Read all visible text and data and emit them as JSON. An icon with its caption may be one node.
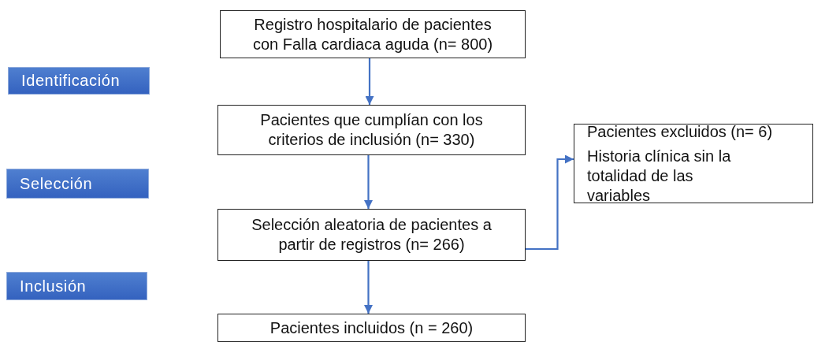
{
  "diagram": {
    "nodes": [
      {
        "text": [
          "Registro hospitalario de pacientes con Falla cardiaca aguda (n= 800)"
        ]
      },
      {
        "text": [
          "Identificación"
        ]
      },
      {
        "text": [
          "Pacientes que cumplían con los criterios de inclusión (n= 330)"
        ]
      },
      {
        "text": [
          "Pacientes excluidos (n= 6)",
          "Historia clínica sin la totalidad de las variables"
        ]
      },
      {
        "text": [
          "Selección"
        ]
      },
      {
        "text": [
          "Selección aleatoria de pacientes a partir de registros (n= 266)"
        ]
      },
      {
        "text": [
          "Inclusión"
        ]
      },
      {
        "text": [
          "Pacientes incluidos (n = 260)"
        ]
      }
    ],
    "edges": [
      {
        "from": 0,
        "to": 2,
        "arrow": "to"
      },
      {
        "from": 2,
        "to": 5,
        "arrow": "to"
      },
      {
        "from": 5,
        "to": 3,
        "arrow": "to"
      },
      {
        "from": 5,
        "to": 7,
        "arrow": "to"
      }
    ]
  }
}
